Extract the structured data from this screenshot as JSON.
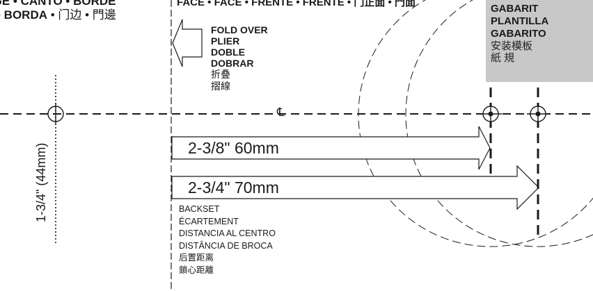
{
  "edge_label": {
    "line1": "EDGE • CANTO • BORDE",
    "line2_bold": "• BORDA",
    "line2_cjk": " • 门边 • 門邊"
  },
  "face_label": {
    "text": "FACE • FACE • FRENTE • FRENTE • 门正面 • 門面"
  },
  "fold": {
    "lines": [
      "FOLD OVER",
      "PLIER",
      "DOBLE",
      "DOBRAR"
    ],
    "cjk": [
      "折叠",
      "摺線"
    ]
  },
  "template": {
    "lines": [
      "GABARIT",
      "PLANTILLA",
      "GABARITO"
    ],
    "cjk": [
      "安装模板",
      "紙 規"
    ]
  },
  "centerline_symbol": "℄",
  "measurements": {
    "short": "2-3/8\" 60mm",
    "long": "2-3/4\" 70mm"
  },
  "backset": {
    "lines": [
      "BACKSET",
      "ÉCARTEMENT",
      "DISTANCIA AL CENTRO",
      "DISTÂNCIA DE BROCA",
      "后置距离",
      "鎖心距離"
    ]
  },
  "vertical_label": "1-3/4\" (44mm)",
  "colors": {
    "ink": "#1a1a1a",
    "template_bg": "#c8c8c8"
  }
}
